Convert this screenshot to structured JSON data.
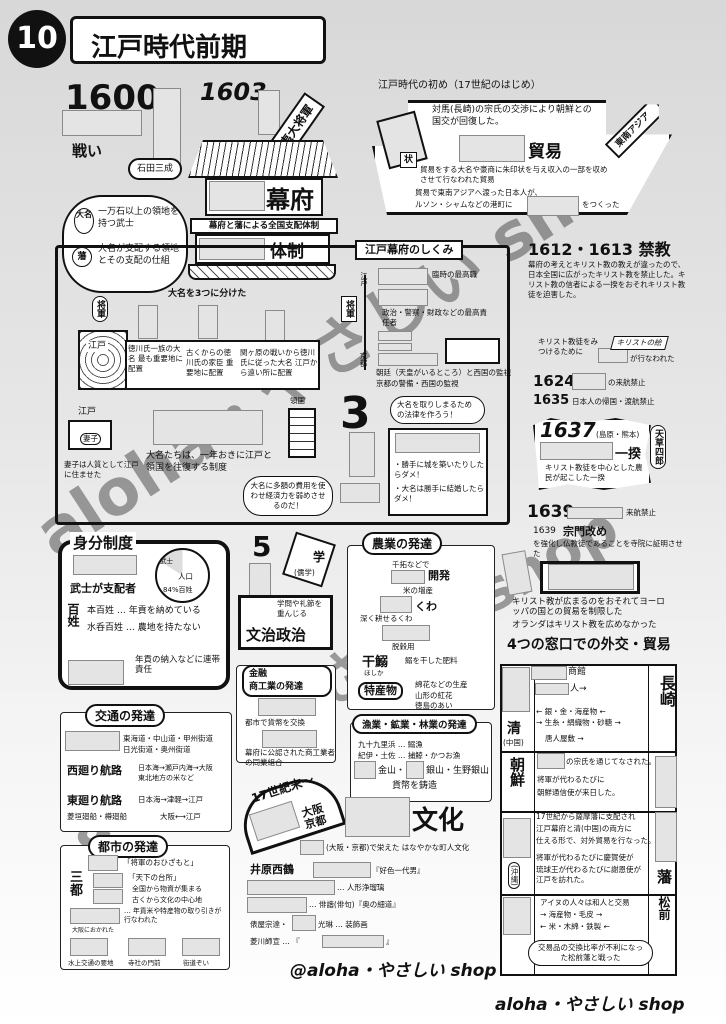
{
  "header": {
    "number": "10",
    "title": "江戸時代前期"
  },
  "founding": {
    "year1600": "1600",
    "battle": "戦い",
    "mitsunari": "石田三成",
    "year1603": "1603",
    "banner": "征夷大将軍",
    "bakufu": "幕府",
    "system_caption": "幕府と藩による全国支配体制",
    "taisei": "体制"
  },
  "definitions": {
    "daimyo_badge": "大名",
    "daimyo_text": "一万石以上の領地を持つ武士",
    "han_badge": "藩",
    "han_text": "大名が支配する領地とその支配の仕組"
  },
  "structure": {
    "title": "江戸幕府のしくみ",
    "divided": "大名を3つに分けた",
    "shogun": "将軍",
    "edo": "江戸",
    "group1": "徳川氏一族の大名 最も重要地に配置",
    "group2": "古くからの徳川氏の家臣 重要地に配置",
    "group3": "関ヶ原の戦いから徳川氏に従った大名 江戸から遠い所に配置",
    "edo_label": "江戸",
    "wife_badge": "妻子",
    "hostage": "妻子は人質として江戸に住ませた",
    "sankin_desc": "大名たちは、一年おきに江戸と領国を往復する制度",
    "ryogoku": "領国",
    "three": "3",
    "bubble": "大名に多額の費用を使わせ経済力を弱めさせるのだ！",
    "law_speech": "大名を取りしまるための法律を作ろう！",
    "rule1": "・勝手に城を築いたりしたらダメ！",
    "rule2": "・大名は勝手に結婚したらダメ！",
    "org_edo": "江戸",
    "org_shogun": "将軍",
    "org_top": "臨時の最高職",
    "org_mid": "政治・警察・財政などの最高責任者",
    "org_kyoto": "京都",
    "org_bottom": "朝廷（天皇がいるところ）と西国の監視",
    "org_bottom2": "京都の警備・西国の監視"
  },
  "early": {
    "title": "江戸時代の初め（17世紀のはじめ）",
    "korea": "対馬(長崎)の宗氏の交渉により朝鮮との国交が回復した。",
    "trade": "貿易",
    "badge": "状",
    "trade_desc": "貿易をする大名や豪商に朱印状を与え収入の一部を収めさせて行なわれた貿易",
    "sea1": "貿易で東南アジアへ渡った日本人が、",
    "sea2": "ルソン・シャムなどの港町に",
    "sea3": "をつくった",
    "arrow": "東南アジア"
  },
  "ban": {
    "title": "1612・1613 禁教",
    "desc": "幕府の考えとキリスト教の教えが違ったので、日本全国に広がったキリスト教を禁止した。キリスト教の信者による一揆をおそれキリスト教徒を迫害した。",
    "find": "キリスト教徒をみつけるために",
    "find2": "が行なわれた",
    "picture": "キリストの絵",
    "y1624": "1624",
    "y1624_text": "の来航禁止",
    "y1635": "1635",
    "y1635_text": "日本人の帰国・渡航禁止",
    "y1637": "1637",
    "y1637_place": "(島原・熊本)",
    "ikki": "一揆",
    "ikki_desc": "キリスト教徒を中心とした農民が起こした一揆",
    "amakusa": "天草四郎",
    "y1639": "1639",
    "y1639_text": "来航禁止",
    "shumon_year": "1639",
    "shumon": "宗門改め",
    "shumon_desc": "を強化し仏教徒であることを寺院に証明させた",
    "limit": "キリスト教が広まるのをおそれてヨーロッパの国との貿易を制限した",
    "dutch": "オランダはキリスト教を広めなかった",
    "four": "4つの窓口での外交・貿易"
  },
  "windows": {
    "shin": "清",
    "shin_sub": "(中国)",
    "nagasaki": "長崎",
    "shokan": "商館",
    "jin": "人→",
    "goods1": "← 銀・金・海産物 ←",
    "goods2": "→ 生糸・絹織物・砂糖 →",
    "tojin": "唐人屋敷 →",
    "chosen": "朝鮮",
    "chosen1": "の宗氏を通じてなされた。",
    "chosen2": "将軍が代わるたびに",
    "chosen3": "朝鮮通信使が来日した。",
    "okinawa": "(沖縄)",
    "ryukyu1": "17世紀から薩摩藩に支配され",
    "ryukyu2": "江戸幕府と清(中国)の両方に",
    "ryukyu3": "仕える形で、対外貿易を行なった。",
    "ryukyu4": "将軍が代わるたびに慶賀使が",
    "ryukyu5": "琉球王が代わるたびに謝恩使が江戸を訪れた。",
    "han": "藩",
    "ainu1": "アイヌの人々は和人と交易",
    "ainu2": "→ 海産物・毛皮 →",
    "ainu3": "← 米・木綿・鉄製 ←",
    "matsumae": "松前",
    "cloud": "交易品の交換比率が不利になった松前藩と戦った"
  },
  "mibun": {
    "title": "身分制度",
    "ruler": "武士が支配者",
    "pie_label": "人口",
    "pie_pct": "84%百姓",
    "pie_other": "武士",
    "hyakusho": "百姓",
    "hon": "本百姓 … 年貢を納めている",
    "mizu": "水呑百姓 … 農地を持たない",
    "rentai": "年貢の納入などに連帯責任"
  },
  "bunchi": {
    "five": "5",
    "gaku": "学",
    "jugaku": "(儒学)",
    "desc": "学問や礼節を重んじる",
    "title": "文治政治"
  },
  "kotsu": {
    "title": "交通の発達",
    "roads": "東海道・中山道・甲州街道",
    "roads2": "日光街道・奥州街道",
    "west": "西廻り航路",
    "west_desc": "日本海→瀬戸内海→大阪",
    "west_desc2": "東北地方の米など",
    "east": "東廻り航路",
    "east_desc": "日本海→津軽→江戸",
    "ships": "菱垣廻船・樽廻船",
    "ships_desc": "大阪⟷江戸"
  },
  "shoko": {
    "title1": "金融",
    "title2": "商工業の発達",
    "exchange": "都市で貨幣を交換",
    "guild": "幕府に公認された商工業者の同業組合"
  },
  "nogyo": {
    "title": "農業の発達",
    "kaihatsu": "千拓などで",
    "kaihatsu2": "開発",
    "rice": "米の増産",
    "kuwa": "くわ",
    "kuwa_desc": "深く耕せるくわ",
    "dakkoku": "脱穀用",
    "hoshika": "干鰯",
    "hoshika_yomi": "ほしか",
    "hoshika_desc": "鰯を干した肥料",
    "tokusan": "特産物",
    "tokusan1": "綿花などの生産",
    "tokusan2": "山形の紅花",
    "tokusan3": "徳島のあい"
  },
  "gyogyo": {
    "title": "漁業・鉱業・林業の発達",
    "l1": "九十九里浜 … 鰯漁",
    "l2": "紀伊・土佐 … 捕鯨・かつお漁",
    "kinzan": "金山・",
    "ginzan": "銀山・生野銀山",
    "coin": "貨幣を鋳造"
  },
  "genroku": {
    "banner": "17世紀末〜",
    "place": "大阪 京都",
    "bunka": "文化",
    "desc": "(大阪・京都)で栄えた はなやかな町人文化",
    "saikaku": "井原西鶴",
    "koshoku": "『好色一代男』",
    "joruri": "… 人形浄瑠璃",
    "haikai": "… 俳諧(俳句)『奥の細道』",
    "sotatsu": "俵屋宗達・",
    "korin": "光琳 … 装飾画",
    "moronobu": "菱川師宣 … 『",
    "close": "』"
  },
  "toshi": {
    "title": "都市の発達",
    "santo": "三都",
    "edo": "「将軍のおひざもと」",
    "osaka": "「天下の台所」",
    "osaka2": "全国から物資が集まる",
    "kyoto": "古くから文化の中心地",
    "kura": "… 年貢米や特産物の取り引きが行なわれた",
    "kura_sub": "大阪におかれた",
    "t1": "水上交通の要地",
    "t2": "寺社の門前",
    "t3": "街道ぞい"
  },
  "brand": {
    "handle": "@aloha・やさしい shop",
    "footer": "aloha・やさしい shop",
    "watermark": "aloha・やさしい shop"
  }
}
